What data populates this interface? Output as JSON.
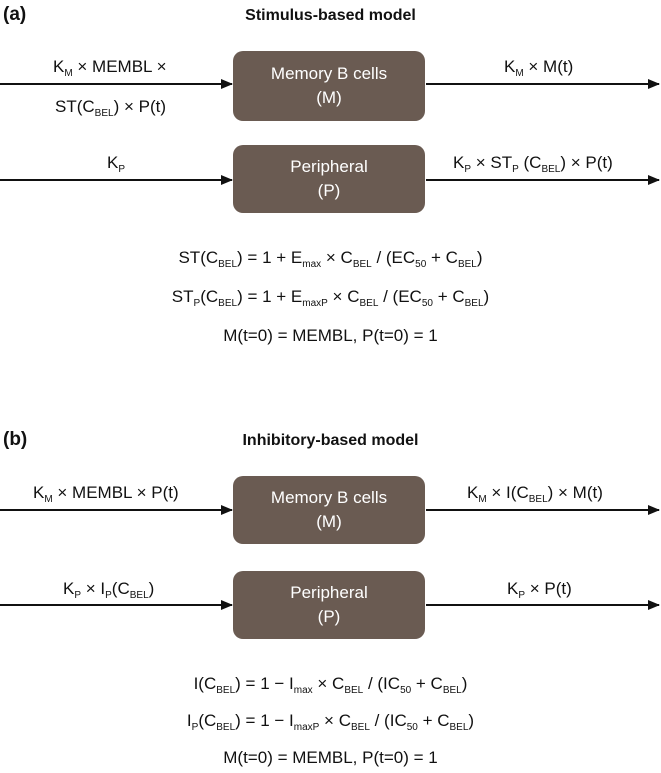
{
  "panel_a": {
    "label": "(a)",
    "title": "Stimulus-based model",
    "box_m": {
      "line1": "Memory B cells",
      "line2": "(M)"
    },
    "box_p": {
      "line1": "Peripheral",
      "line2": "(P)"
    },
    "tokens": {
      "K": "K",
      "M": "M",
      "P": "P",
      "BEL": "BEL",
      "times_membl_times": " × MEMBL ×",
      "st_open": "ST(C",
      "close_times_pt": ") × P(t)",
      "times_mt": " × M(t)",
      "times_st": " × ST",
      "open_c": " (C",
      "eq1_left": "ST(C",
      "eq1_mid": ") = 1 + E",
      "max": "max",
      "times_c": " × C",
      "slash_ec": " / (EC",
      "fifty": "50",
      "plus_c": " + C",
      "close": ")",
      "eq2_left": "ST",
      "open_c2": "(C",
      "eq2_mid": ") = 1 + E",
      "maxP": "maxP",
      "eq3": "M(t=0) = MEMBL, P(t=0) = 1"
    }
  },
  "panel_b": {
    "label": "(b)",
    "title": "Inhibitory-based model",
    "box_m": {
      "line1": "Memory B cells",
      "line2": "(M)"
    },
    "box_p": {
      "line1": "Peripheral",
      "line2": "(P)"
    },
    "tokens": {
      "K": "K",
      "M": "M",
      "P": "P",
      "BEL": "BEL",
      "times_membl_pt": " × MEMBL × P(t)",
      "times_i": " × I(C",
      "close_times_mt": ") × M(t)",
      "times_ip": " × I",
      "open_c": "(C",
      "close": ")",
      "times_pt": " × P(t)",
      "eq1_left": "I(C",
      "eq1_mid": ") = 1 − I",
      "max": "max",
      "times_c": " × C",
      "slash_ic": " / (IC",
      "fifty": "50",
      "plus_c": " + C",
      "eq2_left": "I",
      "eq2_mid": ") = 1 − I",
      "maxP": "maxP",
      "eq3": "M(t=0) = MEMBL, P(t=0) = 1"
    }
  },
  "colors": {
    "box_fill": "#6a5b52",
    "box_text": "#ffffff",
    "arrow": "#111111"
  }
}
